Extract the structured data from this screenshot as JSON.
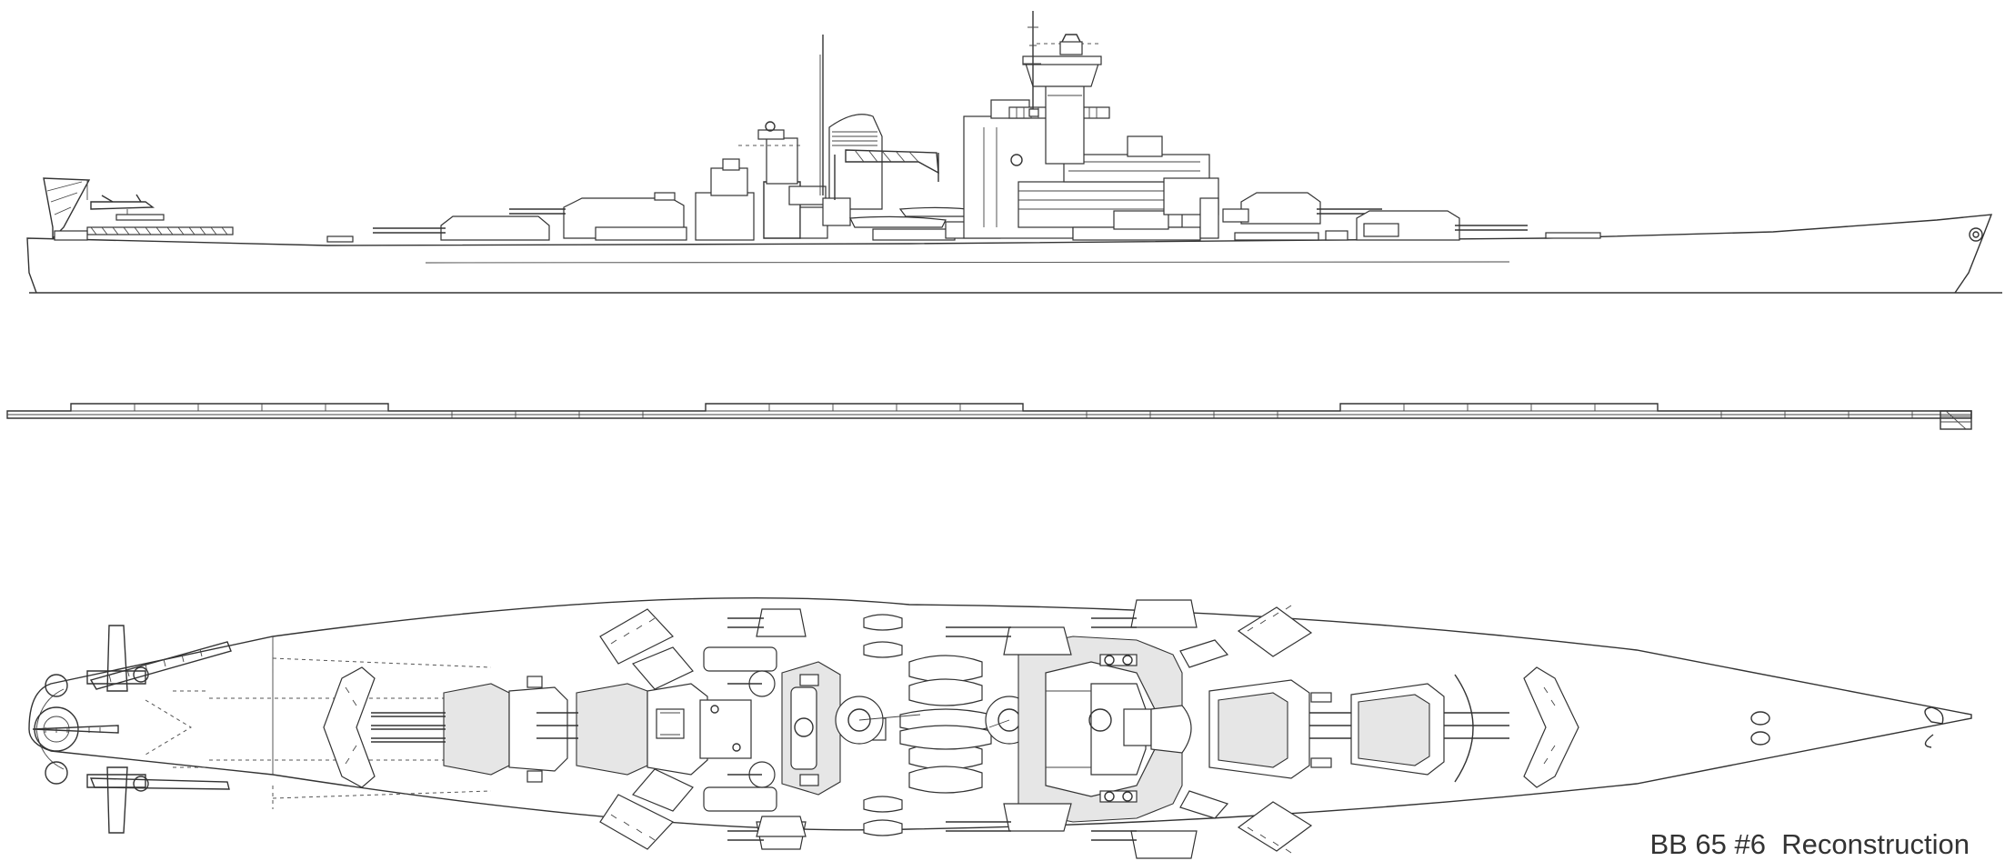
{
  "caption": "BB 65 #6  Reconstruction",
  "views": [
    {
      "name": "side-profile"
    },
    {
      "name": "deck-profile"
    },
    {
      "name": "plan-view"
    }
  ]
}
